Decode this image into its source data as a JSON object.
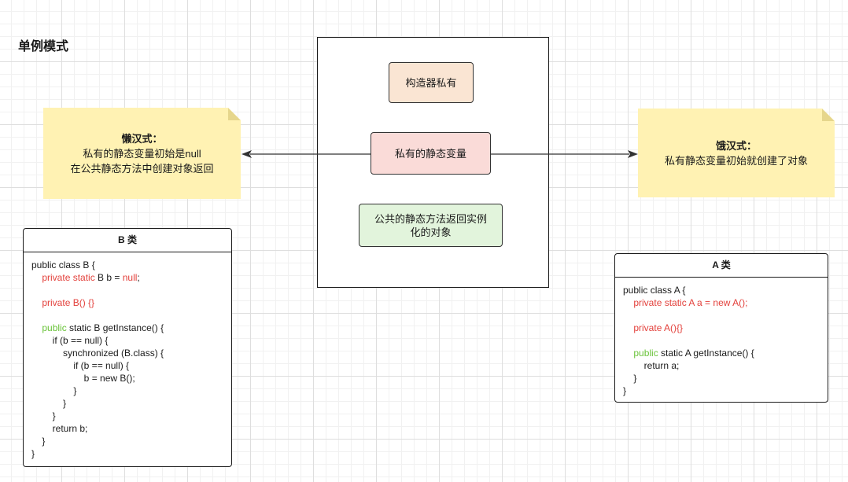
{
  "page_title": "单例模式",
  "container": {
    "constructor_label": "构造器私有",
    "static_var_label": "私有的静态变量",
    "static_method_label": "公共的静态方法返回实例化的对象"
  },
  "lazy_note": {
    "title": "懒汉式：",
    "line1": "私有的静态变量初始是null",
    "line2": "在公共静态方法中创建对象返回"
  },
  "eager_note": {
    "title": "饿汉式：",
    "line1": "私有静态变量初始就创建了对象"
  },
  "class_b": {
    "title": "B 类",
    "lines": [
      [
        {
          "t": "public class B {",
          "c": ""
        }
      ],
      [
        {
          "t": "    ",
          "c": ""
        },
        {
          "t": "private static",
          "c": "red"
        },
        {
          "t": " B b = ",
          "c": ""
        },
        {
          "t": "null",
          "c": "red"
        },
        {
          "t": ";",
          "c": ""
        }
      ],
      [
        {
          "t": "",
          "c": ""
        }
      ],
      [
        {
          "t": "    ",
          "c": ""
        },
        {
          "t": "private B() {}",
          "c": "red"
        }
      ],
      [
        {
          "t": "",
          "c": ""
        }
      ],
      [
        {
          "t": "    ",
          "c": ""
        },
        {
          "t": "public",
          "c": "green"
        },
        {
          "t": " static B getInstance() {",
          "c": ""
        }
      ],
      [
        {
          "t": "        if (b == null) {",
          "c": ""
        }
      ],
      [
        {
          "t": "            synchronized (B.class) {",
          "c": ""
        }
      ],
      [
        {
          "t": "                if (b == null) {",
          "c": ""
        }
      ],
      [
        {
          "t": "                    b = new B();",
          "c": ""
        }
      ],
      [
        {
          "t": "                }",
          "c": ""
        }
      ],
      [
        {
          "t": "            }",
          "c": ""
        }
      ],
      [
        {
          "t": "        }",
          "c": ""
        }
      ],
      [
        {
          "t": "        return b;",
          "c": ""
        }
      ],
      [
        {
          "t": "    }",
          "c": ""
        }
      ],
      [
        {
          "t": "}",
          "c": ""
        }
      ]
    ]
  },
  "class_a": {
    "title": "A 类",
    "lines": [
      [
        {
          "t": "public class A {",
          "c": ""
        }
      ],
      [
        {
          "t": "    ",
          "c": ""
        },
        {
          "t": "private static A a = new A();",
          "c": "red"
        }
      ],
      [
        {
          "t": "",
          "c": ""
        }
      ],
      [
        {
          "t": "    ",
          "c": ""
        },
        {
          "t": "private A(){}",
          "c": "red"
        }
      ],
      [
        {
          "t": "",
          "c": ""
        }
      ],
      [
        {
          "t": "    ",
          "c": ""
        },
        {
          "t": "public",
          "c": "green"
        },
        {
          "t": " static A getInstance() {",
          "c": ""
        }
      ],
      [
        {
          "t": "        return a;",
          "c": ""
        }
      ],
      [
        {
          "t": "    }",
          "c": ""
        }
      ],
      [
        {
          "t": "}",
          "c": ""
        }
      ]
    ]
  },
  "colors": {
    "keyword_red": "#e3413c",
    "keyword_green": "#6ac33a",
    "note_fill": "#fff2b3",
    "constructor_fill": "#fae5d3",
    "static_var_fill": "#fadbd8",
    "static_method_fill": "#e2f4dc"
  }
}
